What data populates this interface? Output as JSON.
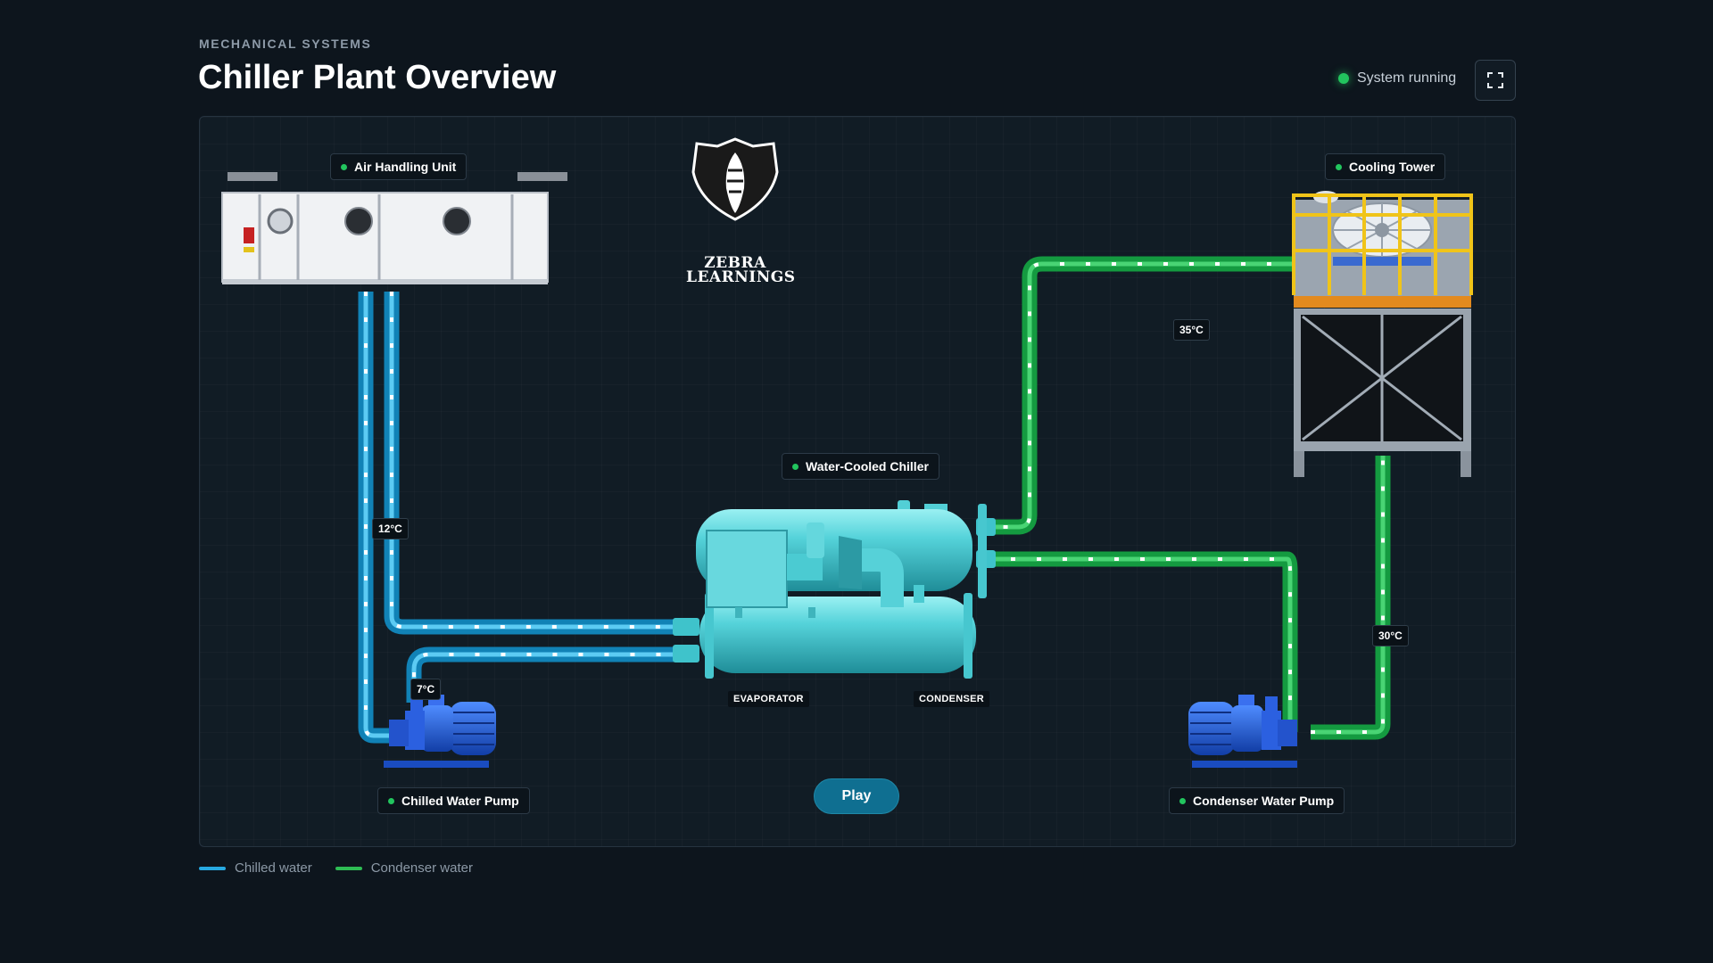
{
  "header": {
    "eyebrow": "MECHANICAL SYSTEMS",
    "title": "Chiller Plant Overview",
    "status_text": "System running",
    "fullscreen_icon": "expand-icon"
  },
  "diagram": {
    "logo": {
      "line1": "ZEBRA",
      "line2": "LEARNINGS"
    },
    "components": {
      "ahu": "Air Handling Unit",
      "cooling_tower": "Cooling Tower",
      "chiller": "Water-Cooled Chiller",
      "chw_pump": "Chilled Water Pump",
      "cw_pump": "Condenser Water Pump"
    },
    "section_labels": {
      "evaporator": "EVAPORATOR",
      "condenser": "CONDENSER"
    },
    "temperatures": {
      "chw_return": "12°C",
      "chw_supply": "7°C",
      "cw_leaving": "35°C",
      "cw_entering": "30°C"
    },
    "play_label": "Play"
  },
  "colors": {
    "chilled": "#27a9e1",
    "condenser": "#2ebc54",
    "status": "#22c55e",
    "chiller": "#4fd0d7"
  },
  "legend": {
    "chilled_label": "Chilled water",
    "condenser_label": "Condenser water"
  }
}
